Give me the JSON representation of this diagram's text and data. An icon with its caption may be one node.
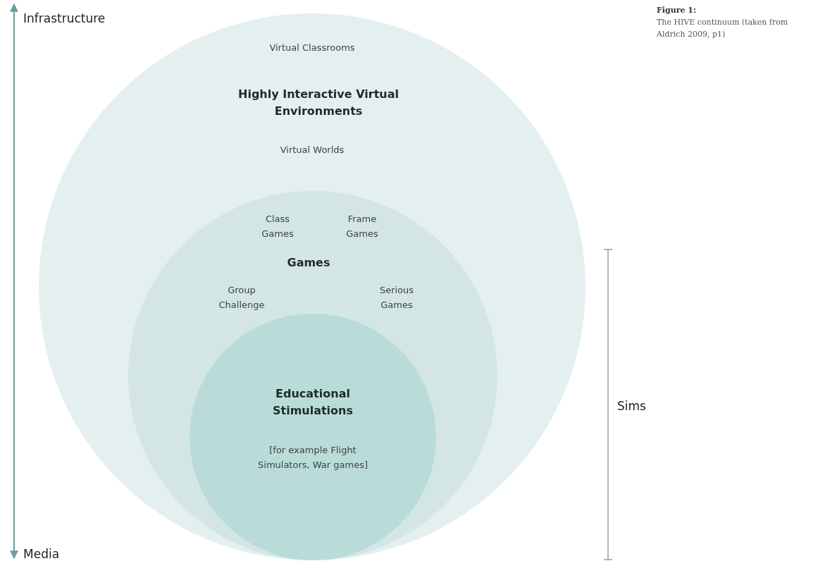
{
  "diagram": {
    "title": "Figure 1:",
    "caption": "The HIVE continuum (taken from Aldrich 2009, p1)",
    "nodes": [
      {
        "text": [
          "Virtual Classrooms",
          "Highly Interactive Virtual Environments",
          "Virtual Worlds"
        ]
      },
      {
        "text": [
          "Class Games",
          "Frame Games",
          "Games",
          "Group Challenge",
          "Serious Games"
        ],
        "in": 0
      },
      {
        "text": [
          "Educational Stimulations",
          "[for example Flight Simulators, War games]"
        ],
        "in": 1
      }
    ],
    "labels": [
      "Infrastructure",
      "Media",
      "Sims"
    ]
  }
}
